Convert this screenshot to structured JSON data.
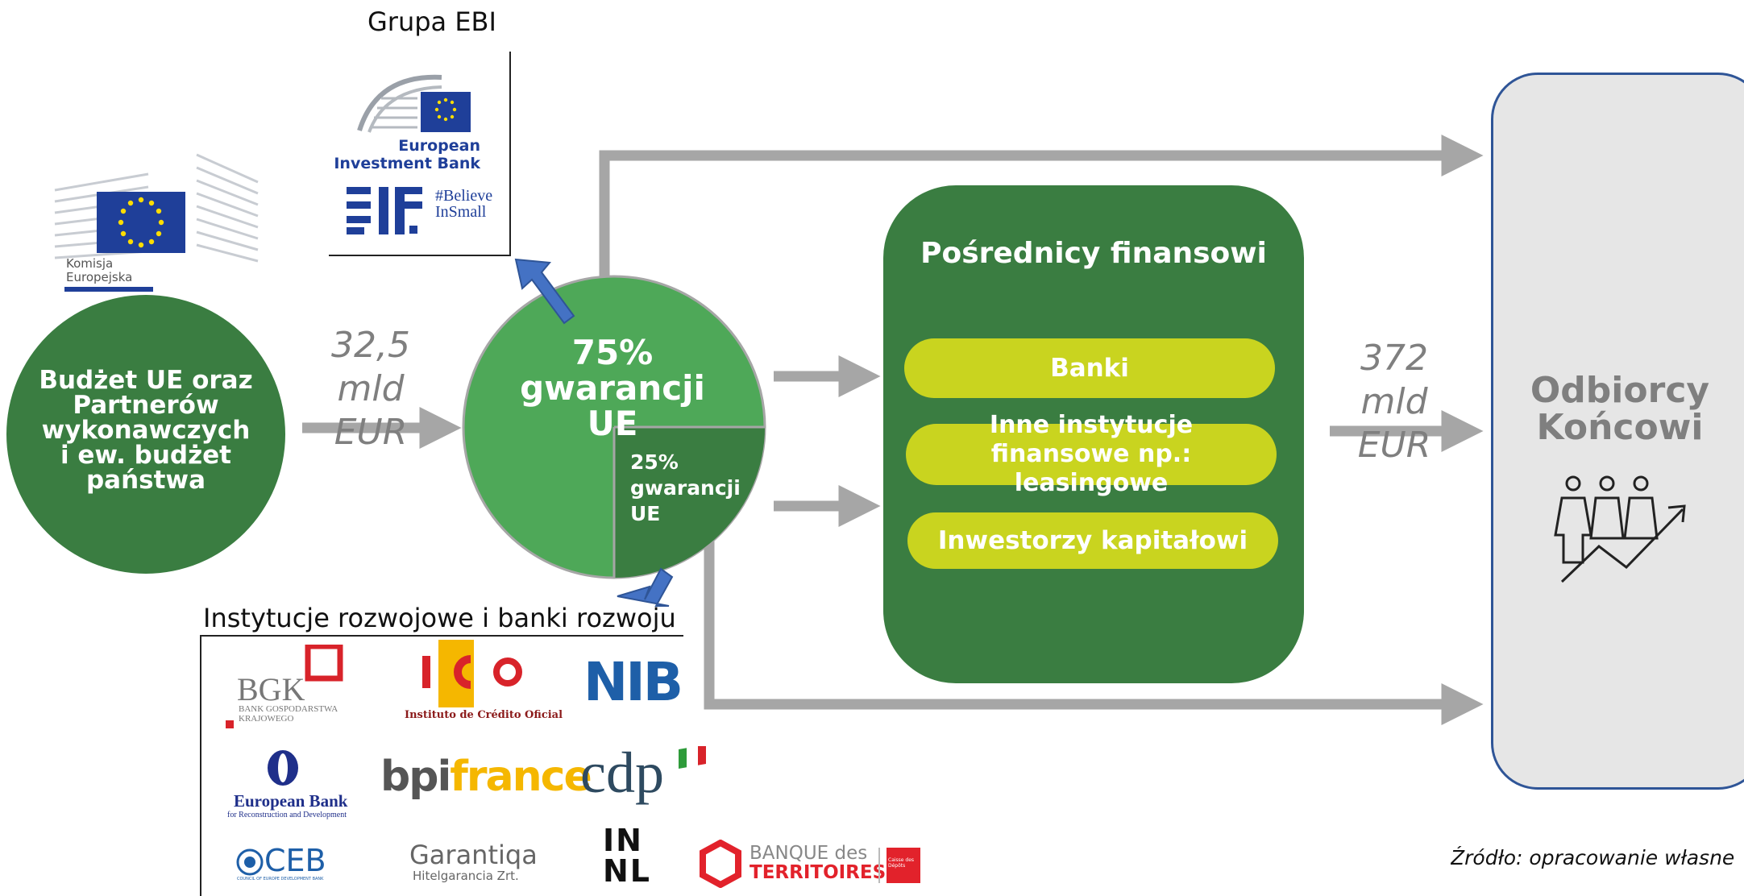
{
  "ebi_group": {
    "title": "Grupa EBI",
    "eib_line1": "European",
    "eib_line2": "Investment Bank",
    "eif_tagline_1": "#Believe",
    "eif_tagline_2": "InSmall"
  },
  "commission": {
    "line1": "Komisja",
    "line2": "Europejska"
  },
  "budget_circle": {
    "text_lines": [
      "Budżet UE oraz",
      "Partnerów",
      "wykonawczych",
      "i ew. budżet",
      "państwa"
    ]
  },
  "amount_in": {
    "line1": "32,5",
    "line2": "mld EUR"
  },
  "guarantee": {
    "main_line1": "75%",
    "main_line2": "gwarancji UE",
    "slice_line1": "25%",
    "slice_line2": "gwarancji",
    "slice_line3": "UE"
  },
  "intermediaries": {
    "title": "Pośrednicy finansowi",
    "items": [
      "Banki",
      "Inne instytucje finansowe np.: leasingowe",
      "Inwestorzy kapitałowi"
    ]
  },
  "amount_out": {
    "line1": "372",
    "line2": "mld EUR"
  },
  "recipients": {
    "line1": "Odbiorcy",
    "line2": "Końcowi"
  },
  "institutions": {
    "title": "Instytucje rozwojowe i banki rozwoju",
    "bgk": {
      "name": "BGK",
      "sub1": "BANK GOSPODARSTWA",
      "sub2": "KRAJOWEGO"
    },
    "ico": {
      "name": "Instituto de Crédito Oficial"
    },
    "nib": {
      "name": "NIB"
    },
    "ebrd": {
      "line1": "European Bank",
      "line2": "for Reconstruction and Development"
    },
    "bpi": {
      "part1": "bpi",
      "part2": "france"
    },
    "cdp": {
      "name": "cdp"
    },
    "ceb": {
      "name": "CEB",
      "sub": "COUNCIL OF EUROPE DEVELOPMENT BANK"
    },
    "garantiqa": {
      "name": "Garantiqa",
      "sub": "Hitelgarancia Zrt."
    },
    "innl": {
      "line1": "IN",
      "line2": "NL"
    },
    "bdt": {
      "line1": "BANQUE des",
      "line2": "TERRITOIRES",
      "badge": "Caisse des Dépôts"
    }
  },
  "source": "Źródło: opracowanie własne",
  "colors": {
    "dark_green": "#3a7d41",
    "light_green": "#4ea858",
    "lime": "#c9d41f",
    "arrow_grey": "#a6a6a6",
    "blue_arrow": "#4472c4",
    "recipient_border": "#2f5597",
    "recipient_fill": "#e6e6e6",
    "eu_blue": "#1f3f99"
  }
}
